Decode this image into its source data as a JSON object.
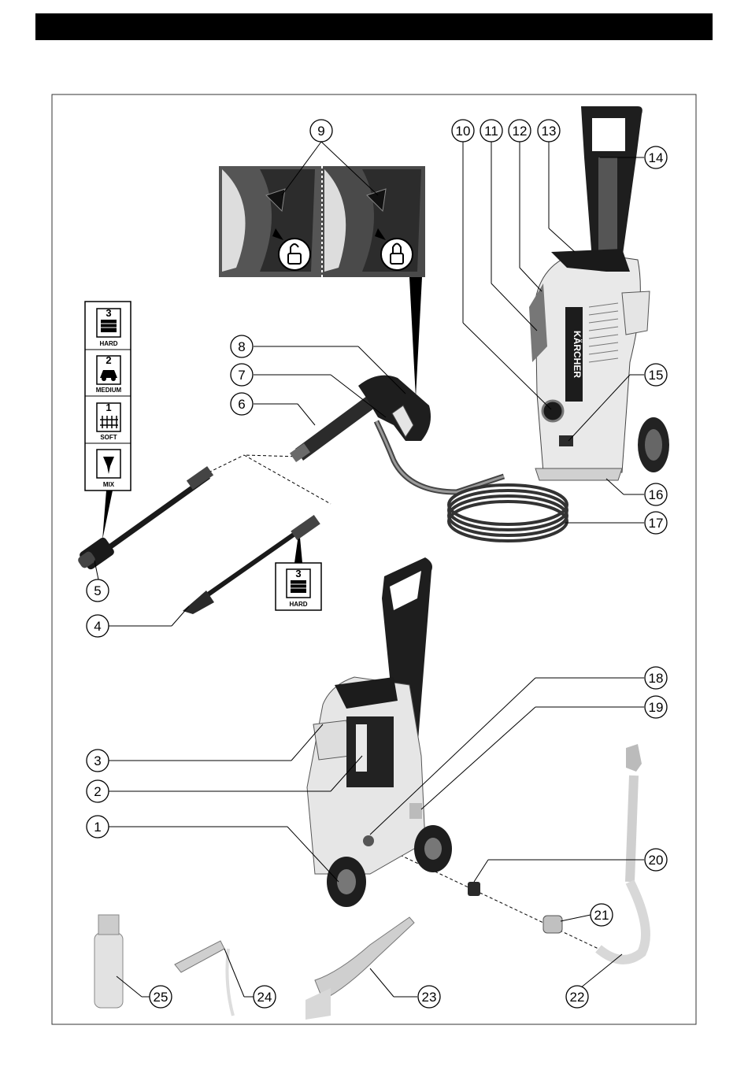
{
  "callouts": [
    "1",
    "2",
    "3",
    "4",
    "5",
    "6",
    "7",
    "8",
    "9",
    "10",
    "11",
    "12",
    "13",
    "14",
    "15",
    "16",
    "17",
    "18",
    "19",
    "20",
    "21",
    "22",
    "23",
    "24",
    "25"
  ],
  "nozzle_modes": [
    {
      "number": "3",
      "label": "HARD"
    },
    {
      "number": "2",
      "label": "MEDIUM"
    },
    {
      "number": "1",
      "label": "SOFT"
    },
    {
      "number": "",
      "label": "MIX"
    }
  ],
  "lance_mode": {
    "number": "3",
    "label": "HARD"
  },
  "brand_text": "KÄRCHER",
  "colors": {
    "header": "#000000",
    "machine_body": "#e9e9e9",
    "handle": "#222222",
    "hose_light": "#cfcfcf"
  }
}
